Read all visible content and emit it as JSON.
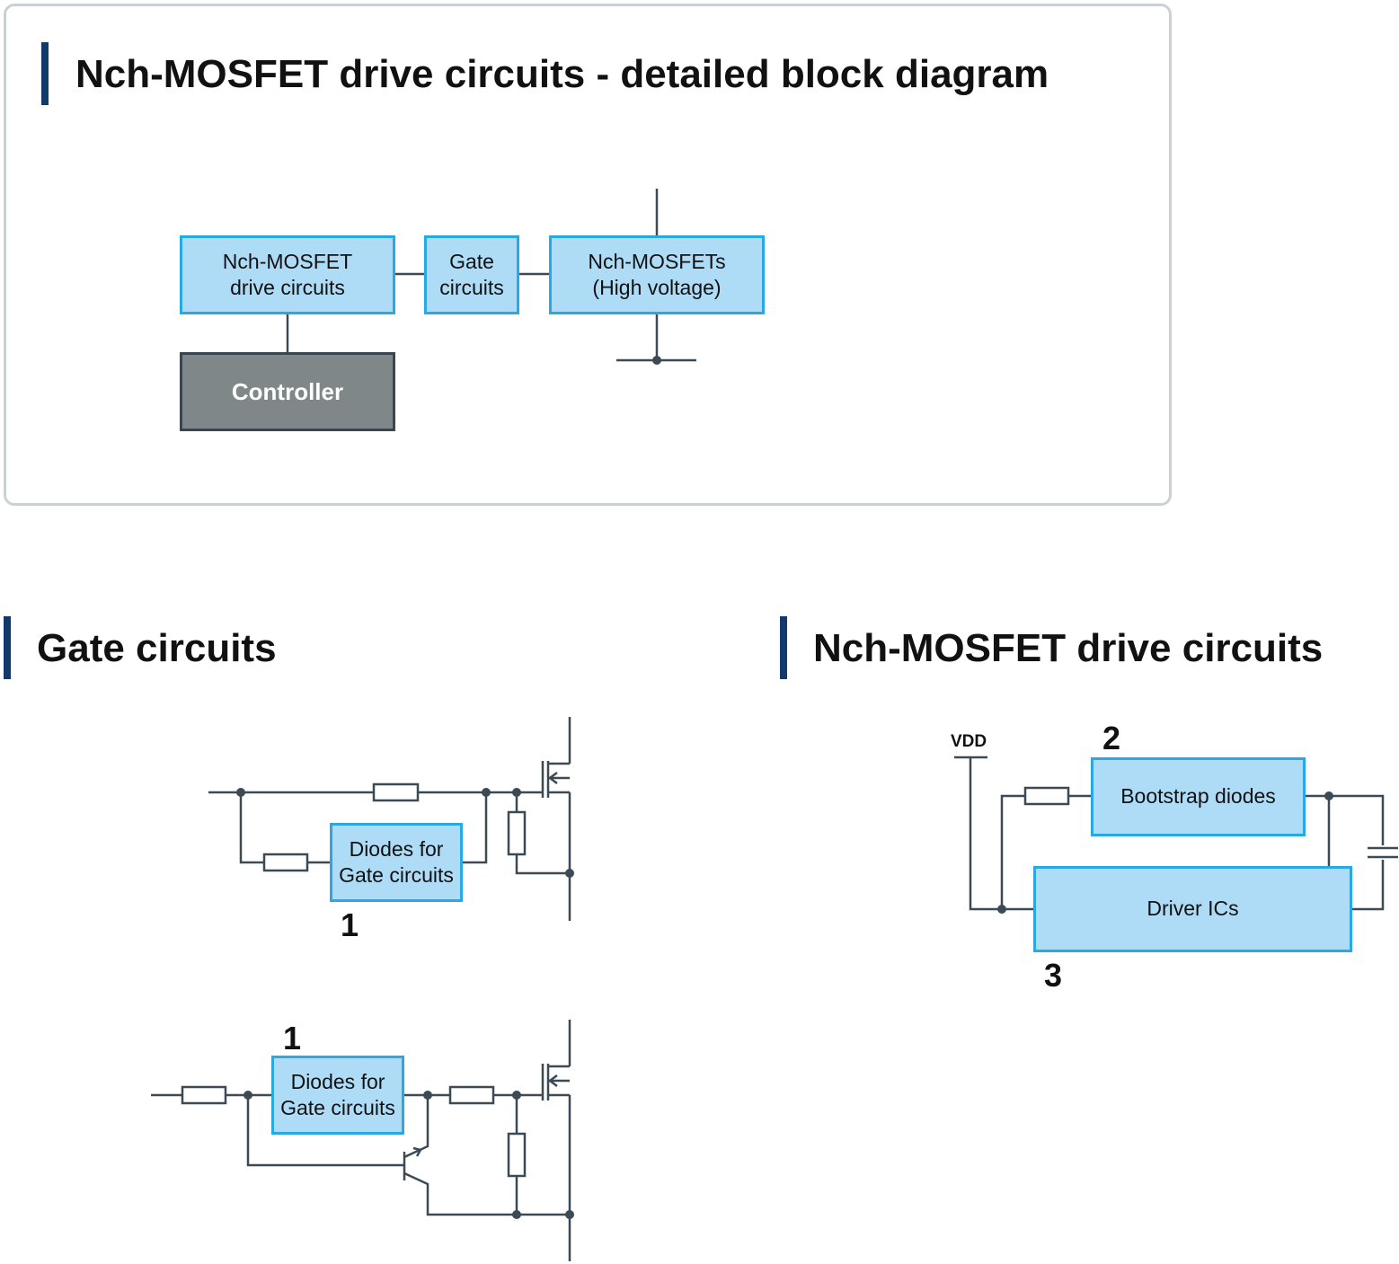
{
  "top_panel": {
    "title": "Nch-MOSFET drive circuits - detailed block diagram",
    "blocks": {
      "drive": "Nch-MOSFET\ndrive circuits",
      "gate": "Gate\ncircuits",
      "mosfets": "Nch-MOSFETs\n(High voltage)",
      "controller": "Controller"
    }
  },
  "gate_section": {
    "title": "Gate circuits",
    "upper": {
      "box": "Diodes for\nGate circuits",
      "number": "1"
    },
    "lower": {
      "box": "Diodes for\nGate circuits",
      "number": "1"
    }
  },
  "drive_section": {
    "title": "Nch-MOSFET drive circuits",
    "vdd_label": "VDD",
    "bootstrap": {
      "box": "Bootstrap diodes",
      "number": "2"
    },
    "driver": {
      "box": "Driver ICs",
      "number": "3"
    }
  },
  "colors": {
    "accent_bar": "#103a6b",
    "block_fill": "#aedcf7",
    "block_border": "#29a8e6",
    "controller_fill": "#7f8789",
    "wire": "#3b4a55"
  }
}
